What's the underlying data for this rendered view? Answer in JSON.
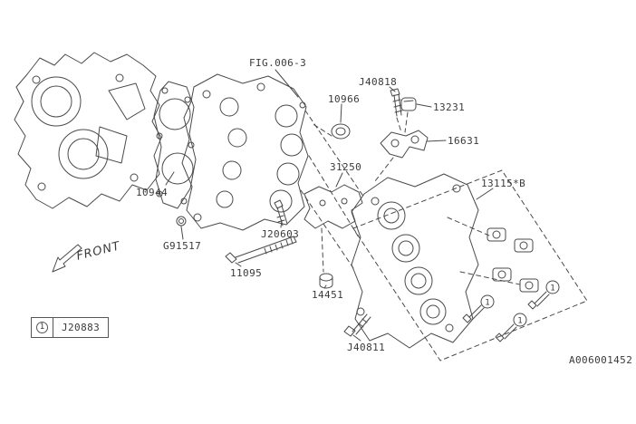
{
  "figure": {
    "fig_ref": "FIG.006-3",
    "doc_number": "A006001452",
    "front_label": "FRONT"
  },
  "legend": {
    "marker": "1",
    "code": "J20883"
  },
  "part_labels": {
    "j40818": "J40818",
    "p10966": "10966",
    "p13231": "13231",
    "p16631": "16631",
    "p31250": "31250",
    "p13115b": "13115*B",
    "p10944": "10944",
    "g91517": "G91517",
    "j20603": "J20603",
    "p11095": "11095",
    "p14451": "14451",
    "j40811": "J40811"
  }
}
